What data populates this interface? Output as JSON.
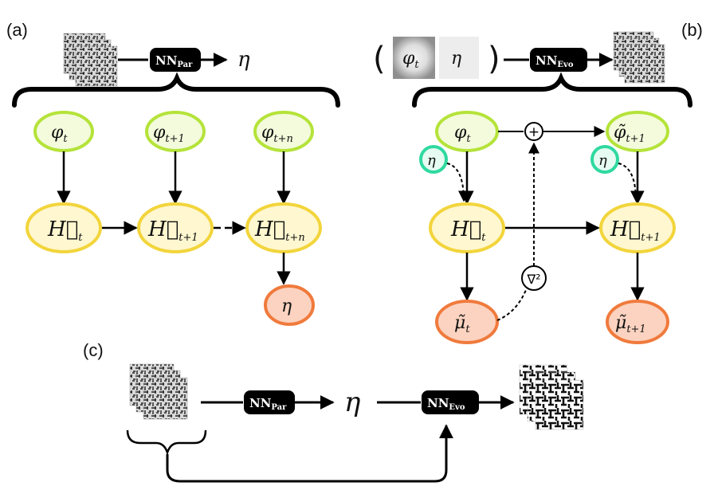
{
  "panels": {
    "a": {
      "label": "(a)"
    },
    "b": {
      "label": "(b)"
    },
    "c": {
      "label": "(c)"
    }
  },
  "network_blocks": {
    "par": {
      "base": "NN",
      "sub": "Par"
    },
    "evo": {
      "base": "NN",
      "sub": "Evo"
    }
  },
  "symbols": {
    "eta": "η",
    "phi": "φ",
    "phi_tilde": "φ̃",
    "H": "H⃗",
    "mu_tilde": "μ̃",
    "plus": "+",
    "laplacian": "∇²",
    "paren_open": "(",
    "paren_close": ")"
  },
  "subscripts": {
    "t": "t",
    "t1": "t+1",
    "tn": "t+n"
  },
  "node_colors": {
    "phi_fill": "#f3fbdc",
    "phi_stroke": "#b5e33a",
    "H_fill": "#fff7cf",
    "H_stroke": "#f2d53c",
    "eta_out_fill": "#fbd3c0",
    "eta_out_stroke": "#f07a3c",
    "eta_in_fill": "#e6fbf2",
    "eta_in_stroke": "#2fd9a0",
    "mu_fill": "#fbd3c0",
    "mu_stroke": "#f07a3c",
    "nn_fill": "#000000"
  }
}
